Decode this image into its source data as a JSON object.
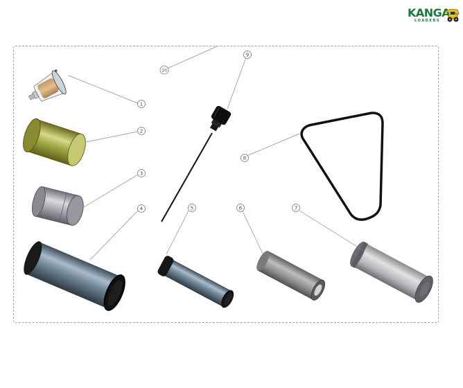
{
  "brand": {
    "name": "KANGA",
    "subtitle": "LOADERS",
    "primary_color": "#1b7a3a",
    "accent_color": "#e8c21a"
  },
  "diagram": {
    "type": "exploded-parts-view",
    "frame_style": "dashed",
    "callouts": [
      {
        "number": "1",
        "part": "inline fuel filter (transparent bowl, amber element)"
      },
      {
        "number": "2",
        "part": "spin-on filter (olive/gold canister)"
      },
      {
        "number": "3",
        "part": "spin-on oil filter (grey canister)"
      },
      {
        "number": "4",
        "part": "air filter element, large (blue-grey with black end caps)"
      },
      {
        "number": "5",
        "part": "air filter element, small (blue-grey with black end caps)"
      },
      {
        "number": "6",
        "part": "hydraulic filter element (grey tube, open end)"
      },
      {
        "number": "7",
        "part": "filter cartridge (light grey with dark end caps)"
      },
      {
        "number": "8",
        "part": "drive belt (black triangular loop)"
      },
      {
        "number": "9",
        "part": "dipstick with black cap"
      },
      {
        "number": "10",
        "part": "kit (whole assembly, points to frame)"
      }
    ]
  }
}
